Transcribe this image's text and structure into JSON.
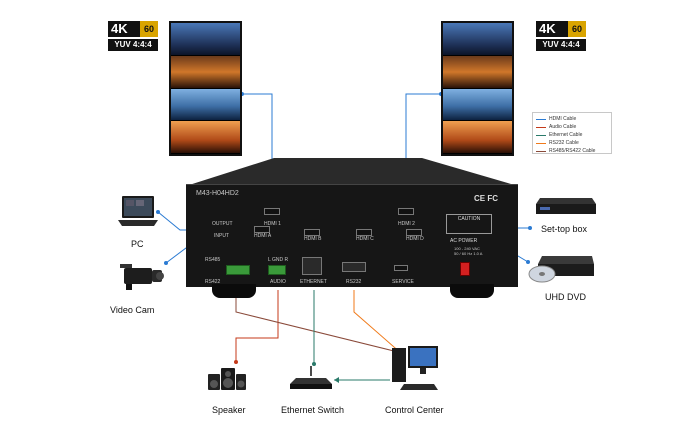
{
  "badges": {
    "k4": "4K",
    "fps": "60",
    "yuv": "YUV 4:4:4"
  },
  "device_panel": {
    "model": "M43-H04HD2",
    "output_label": "OUTPUT",
    "input_label": "INPUT",
    "hdmi1": "HDMI 1",
    "hdmi2": "HDMI 2",
    "hdmi_a": "HDMI A",
    "hdmi_b": "HDMI B",
    "hdmi_c": "HDMI C",
    "hdmi_d": "HDMI D",
    "rs485": "RS485",
    "rs422": "RS422",
    "audio_lr": "L  GND  R",
    "audio": "AUDIO",
    "ethernet": "ETHERNET",
    "rs232": "RS232",
    "service": "SERVICE",
    "caution": "CAUTION",
    "ac_power": "AC POWER",
    "ce": "CE FC",
    "power_spec": "100 - 240 VAC\n50 / 60 Hz 1.0 A"
  },
  "legend": [
    {
      "label": "HDMI Cable",
      "color": "#2b7bd3"
    },
    {
      "label": "Audio Cable",
      "color": "#c43a1a"
    },
    {
      "label": "Ethernet Cable",
      "color": "#2a7a6a"
    },
    {
      "label": "RS232 Cable",
      "color": "#f07a1a"
    },
    {
      "label": "RS485/RS422 Cable",
      "color": "#8a4a3a"
    }
  ],
  "devices": {
    "pc": "PC",
    "video_cam": "Video Cam",
    "settop": "Set-top box",
    "uhd_dvd": "UHD DVD",
    "speaker": "Speaker",
    "ethernet_switch": "Ethernet Switch",
    "control_center": "Control Center"
  }
}
